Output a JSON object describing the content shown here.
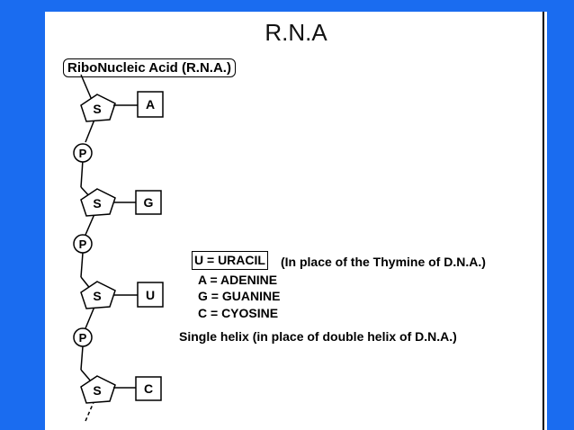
{
  "title": "R.N.A",
  "heading": "RiboNucleic Acid (R.N.A.)",
  "strand": {
    "sugar_label": "S",
    "phosphate_label": "P",
    "bases": [
      "A",
      "G",
      "U",
      "C"
    ]
  },
  "legend": {
    "uracil": "U = URACIL",
    "uracil_note": "(In place of the Thymine of D.N.A.)",
    "adenine": "A = ADENINE",
    "guanine": "G = GUANINE",
    "cytosine": "C = CYOSINE",
    "helix_note": "Single helix (in place of double helix of D.N.A.)"
  },
  "colors": {
    "background": "#1a6cf0",
    "slide": "#ffffff",
    "ink": "#000000"
  }
}
